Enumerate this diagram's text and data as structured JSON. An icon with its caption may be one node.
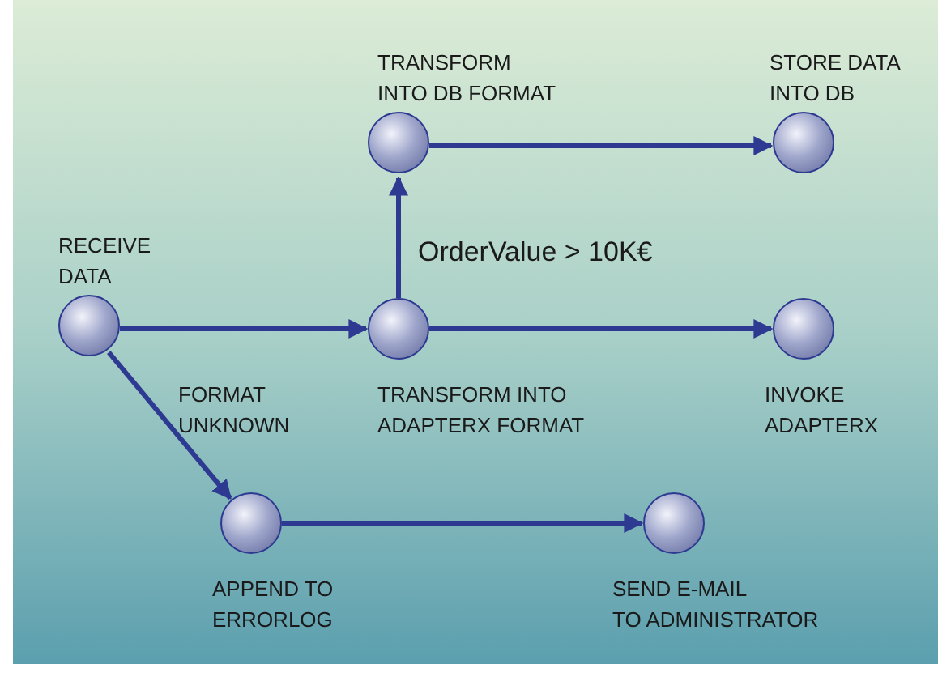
{
  "diagram": {
    "nodes": [
      {
        "text": [
          "RECEIVE DATA"
        ]
      },
      {
        "text": [
          "TRANSFORM INTO DB FORMAT"
        ]
      },
      {
        "text": [
          "STORE DATA INTO DB"
        ]
      },
      {
        "text": [
          "TRANSFORM INTO ADAPTERX FORMAT"
        ]
      },
      {
        "text": [
          "INVOKE ADAPTERX"
        ]
      },
      {
        "text": [
          "APPEND TO ERRORLOG"
        ]
      },
      {
        "text": [
          "SEND E-MAIL TO ADMINISTRATOR"
        ]
      }
    ],
    "edges": [
      {
        "from": 0,
        "to": 3,
        "arrow": "to"
      },
      {
        "from": 3,
        "to": 1,
        "arrow": "to",
        "label": "OrderValue > 10K€"
      },
      {
        "from": 1,
        "to": 2,
        "arrow": "to"
      },
      {
        "from": 3,
        "to": 4,
        "arrow": "to"
      },
      {
        "from": 0,
        "to": 5,
        "arrow": "to",
        "label": "FORMAT UNKNOWN"
      },
      {
        "from": 5,
        "to": 6,
        "arrow": "to"
      }
    ]
  }
}
